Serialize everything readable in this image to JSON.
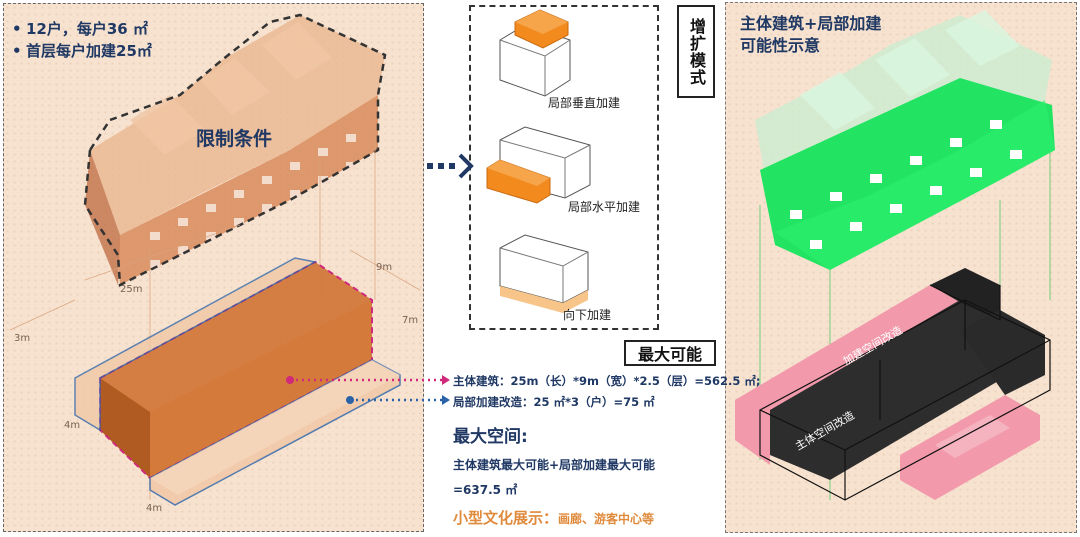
{
  "left_panel": {
    "bullets": [
      "12户，每户36 ㎡",
      "首层每户加建25㎡"
    ],
    "constraint_label": "限制条件",
    "dimensions": {
      "length": "25m",
      "width": "9m",
      "height": "3m",
      "ext_width": "7m",
      "ext_depth_a": "4m",
      "ext_depth_b": "4m"
    }
  },
  "expansion_modes": {
    "title": "增扩模式",
    "items": [
      {
        "label": "局部垂直加建"
      },
      {
        "label": "局部水平加建"
      },
      {
        "label": "向下加建"
      }
    ]
  },
  "max_possible": {
    "title": "最大可能",
    "main_building_formula": "主体建筑：25m（长）*9m（宽）*2.5（层）=562.5 ㎡;",
    "local_addition_formula": "局部加建改造：25 ㎡*3（户）=75 ㎡",
    "max_space_title": "最大空间:",
    "max_space_desc": "主体建筑最大可能+局部加建最大可能",
    "max_space_value": "=637.5 ㎡",
    "culture_title": "小型文化展示：",
    "culture_desc": "画廊、游客中心等"
  },
  "right_panel": {
    "title_line1": "主体建筑+局部加建",
    "title_line2": "可能性示意",
    "pink_label": "加建空间改造",
    "dark_label": "主体空间改造"
  },
  "colors": {
    "panel_bg": "#f6e2cf",
    "navy": "#1f3864",
    "orange": "#f28a1e",
    "main_volume": "#c96a24",
    "green": "#20e060",
    "pink": "#f29aab",
    "dark": "#2d2d2d",
    "magenta": "#d0287a",
    "blue": "#2a62a8"
  },
  "icons": [
    "arrow-right-icon"
  ]
}
